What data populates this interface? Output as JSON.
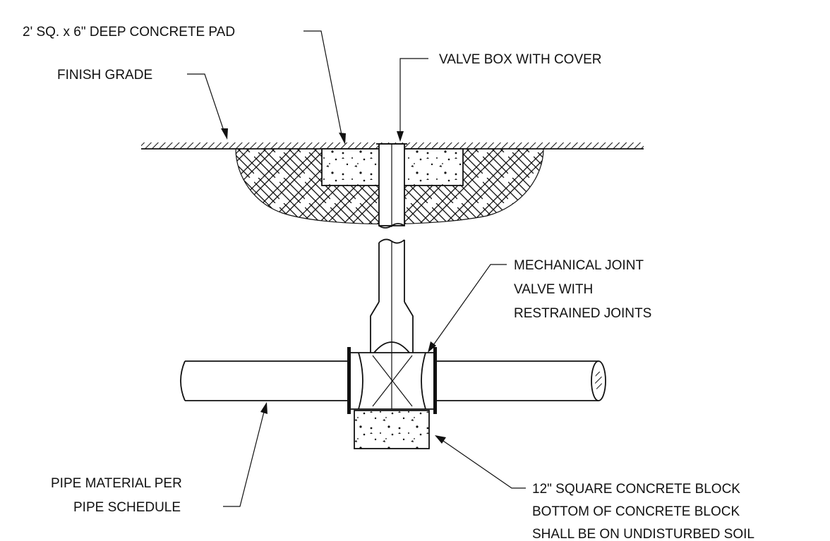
{
  "colors": {
    "ink": "#111111",
    "paper": "#ffffff"
  },
  "labels": {
    "concrete_pad": "2' SQ. x 6\" DEEP CONCRETE PAD",
    "valve_box": "VALVE BOX WITH COVER",
    "finish_grade": "FINISH GRADE",
    "mech_joint": [
      "MECHANICAL JOINT",
      "VALVE WITH",
      "RESTRAINED JOINTS"
    ],
    "pipe_material": [
      "PIPE MATERIAL PER",
      "PIPE SCHEDULE"
    ],
    "concrete_block": [
      "12\" SQUARE CONCRETE BLOCK",
      "BOTTOM OF CONCRETE BLOCK",
      "SHALL BE ON UNDISTURBED SOIL"
    ]
  }
}
